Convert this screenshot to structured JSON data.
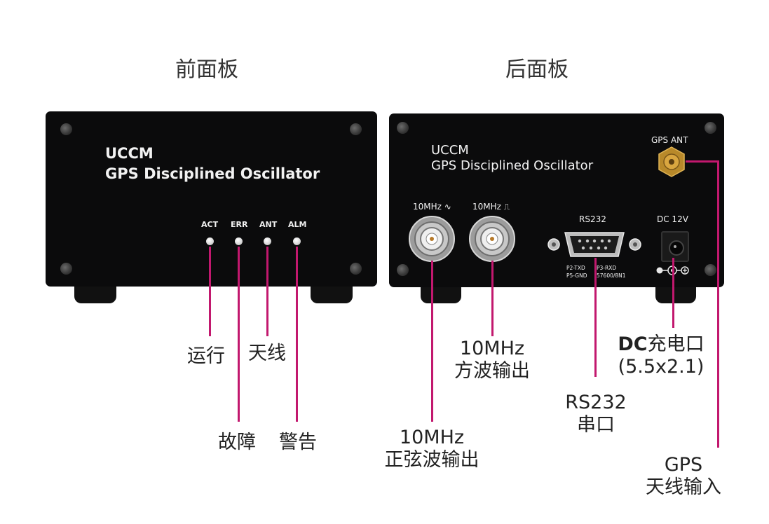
{
  "front_panel": {
    "title": "前面板",
    "brand_line1": "UCCM",
    "brand_line2": "GPS Disciplined Oscillator",
    "leds": [
      "ACT",
      "ERR",
      "ANT",
      "ALM"
    ],
    "callouts": {
      "act": "运行",
      "err": "故障",
      "ant": "天线",
      "alm": "警告"
    }
  },
  "rear_panel": {
    "title": "后面板",
    "brand_line1": "UCCM",
    "brand_line2": "GPS Disciplined Oscillator",
    "gps_ant_label": "GPS ANT",
    "sine_label": "10MHz",
    "square_label": "10MHz",
    "rs232_label": "RS232",
    "rs232_pins": [
      "P2-TXD",
      "P3-RXD",
      "P5-GND",
      "57600/8N1"
    ],
    "dc_label": "DC 12V",
    "callouts": {
      "square_line1": "10MHz",
      "square_line2": "方波输出",
      "sine_line1": "10MHz",
      "sine_line2": "正弦波输出",
      "rs232_line1": "RS232",
      "rs232_line2": "串口",
      "dc_line1_bold": "DC",
      "dc_line1_rest": "充电口",
      "dc_line2": "(5.5x2.1)",
      "gps_line1": "GPS",
      "gps_line2": "天线输入"
    }
  },
  "colors": {
    "accent_line": "#c2186e",
    "case": "#0b0b0c"
  }
}
